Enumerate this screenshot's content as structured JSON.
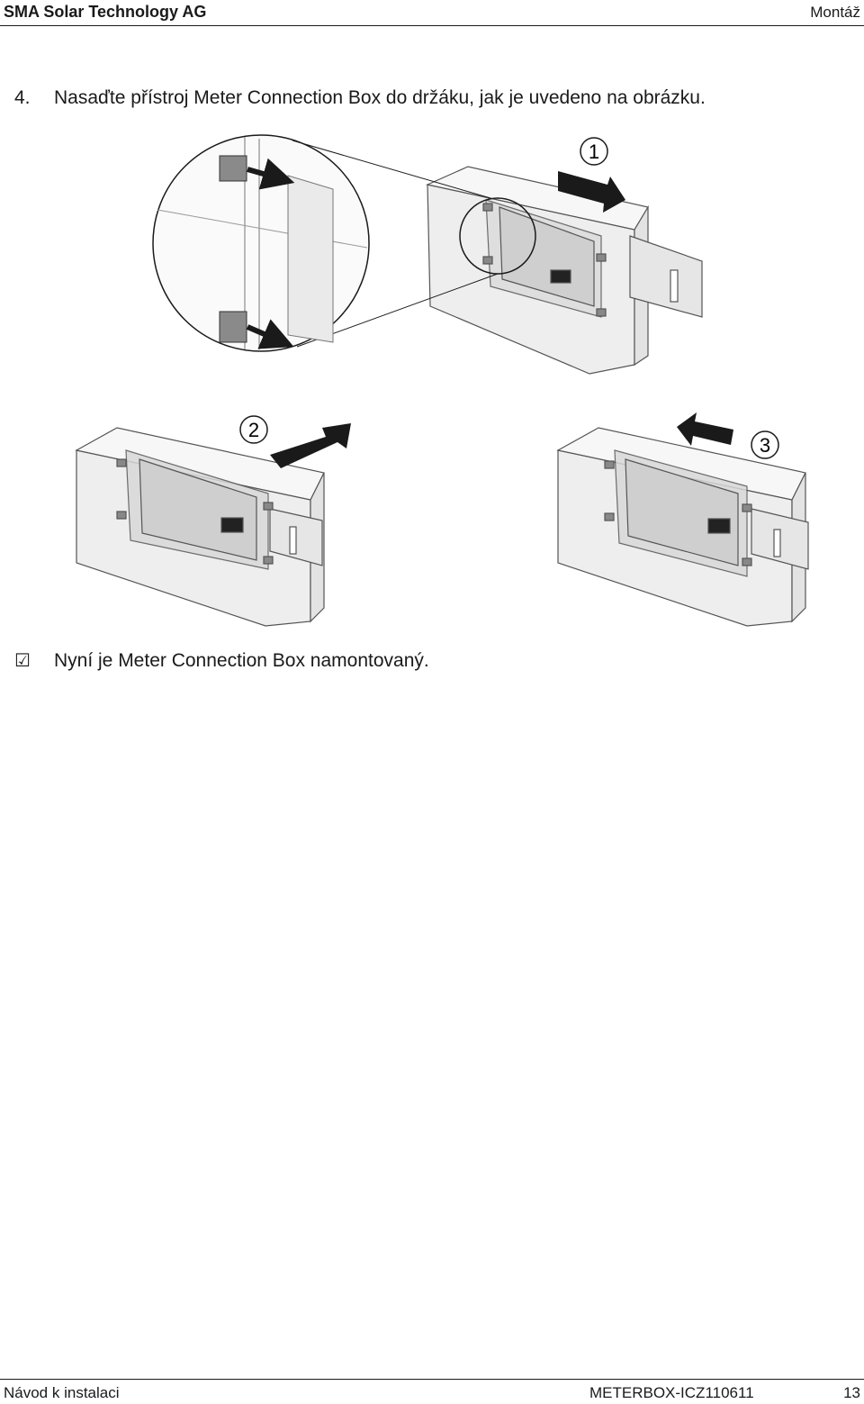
{
  "header": {
    "company": "SMA Solar Technology AG",
    "section": "Montáž"
  },
  "step": {
    "number": "4.",
    "text": "Nasaďte přístroj Meter Connection Box do držáku, jak je uvedeno na obrázku."
  },
  "figure": {
    "callouts": [
      "1",
      "2",
      "3"
    ]
  },
  "result": {
    "checkbox_icon": "☑",
    "text": "Nyní je Meter Connection Box namontovaný."
  },
  "footer": {
    "doc_name": "Návod k instalaci",
    "doc_code": "METERBOX-ICZ110611",
    "page": "13"
  }
}
